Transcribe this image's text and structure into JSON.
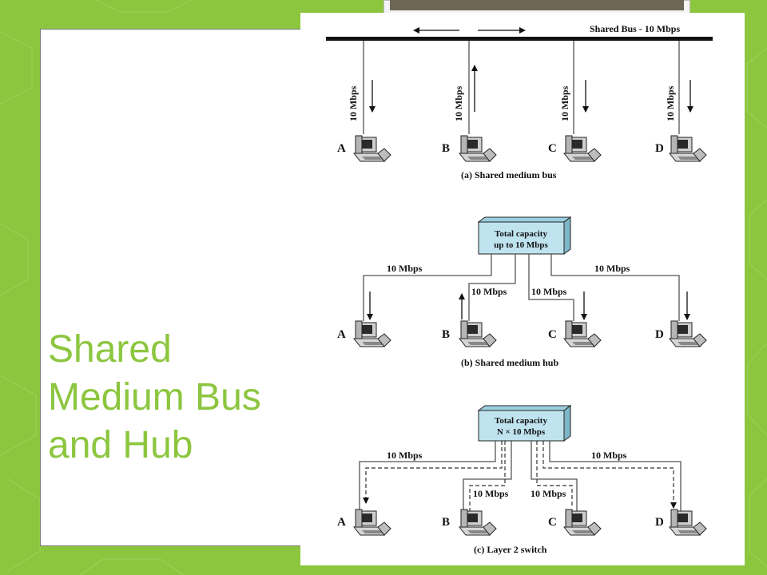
{
  "slide": {
    "title": "Shared Medium Bus and Hub"
  },
  "colors": {
    "background_green": "#8cc63f",
    "title_green": "#8cc63f",
    "device_box_fill": "#bfe3ef"
  },
  "figure": {
    "bus": {
      "bus_label": "Shared Bus - 10 Mbps",
      "link_label": "10 Mbps",
      "caption": "(a) Shared medium bus"
    },
    "hub": {
      "box_line1": "Total capacity",
      "box_line2": "up to 10 Mbps",
      "link_label": "10 Mbps",
      "caption": "(b) Shared medium hub"
    },
    "switch": {
      "box_line1": "Total capacity",
      "box_line2": "N × 10 Mbps",
      "link_label": "10 Mbps",
      "caption": "(c) Layer 2 switch"
    },
    "stations": [
      "A",
      "B",
      "C",
      "D"
    ]
  }
}
